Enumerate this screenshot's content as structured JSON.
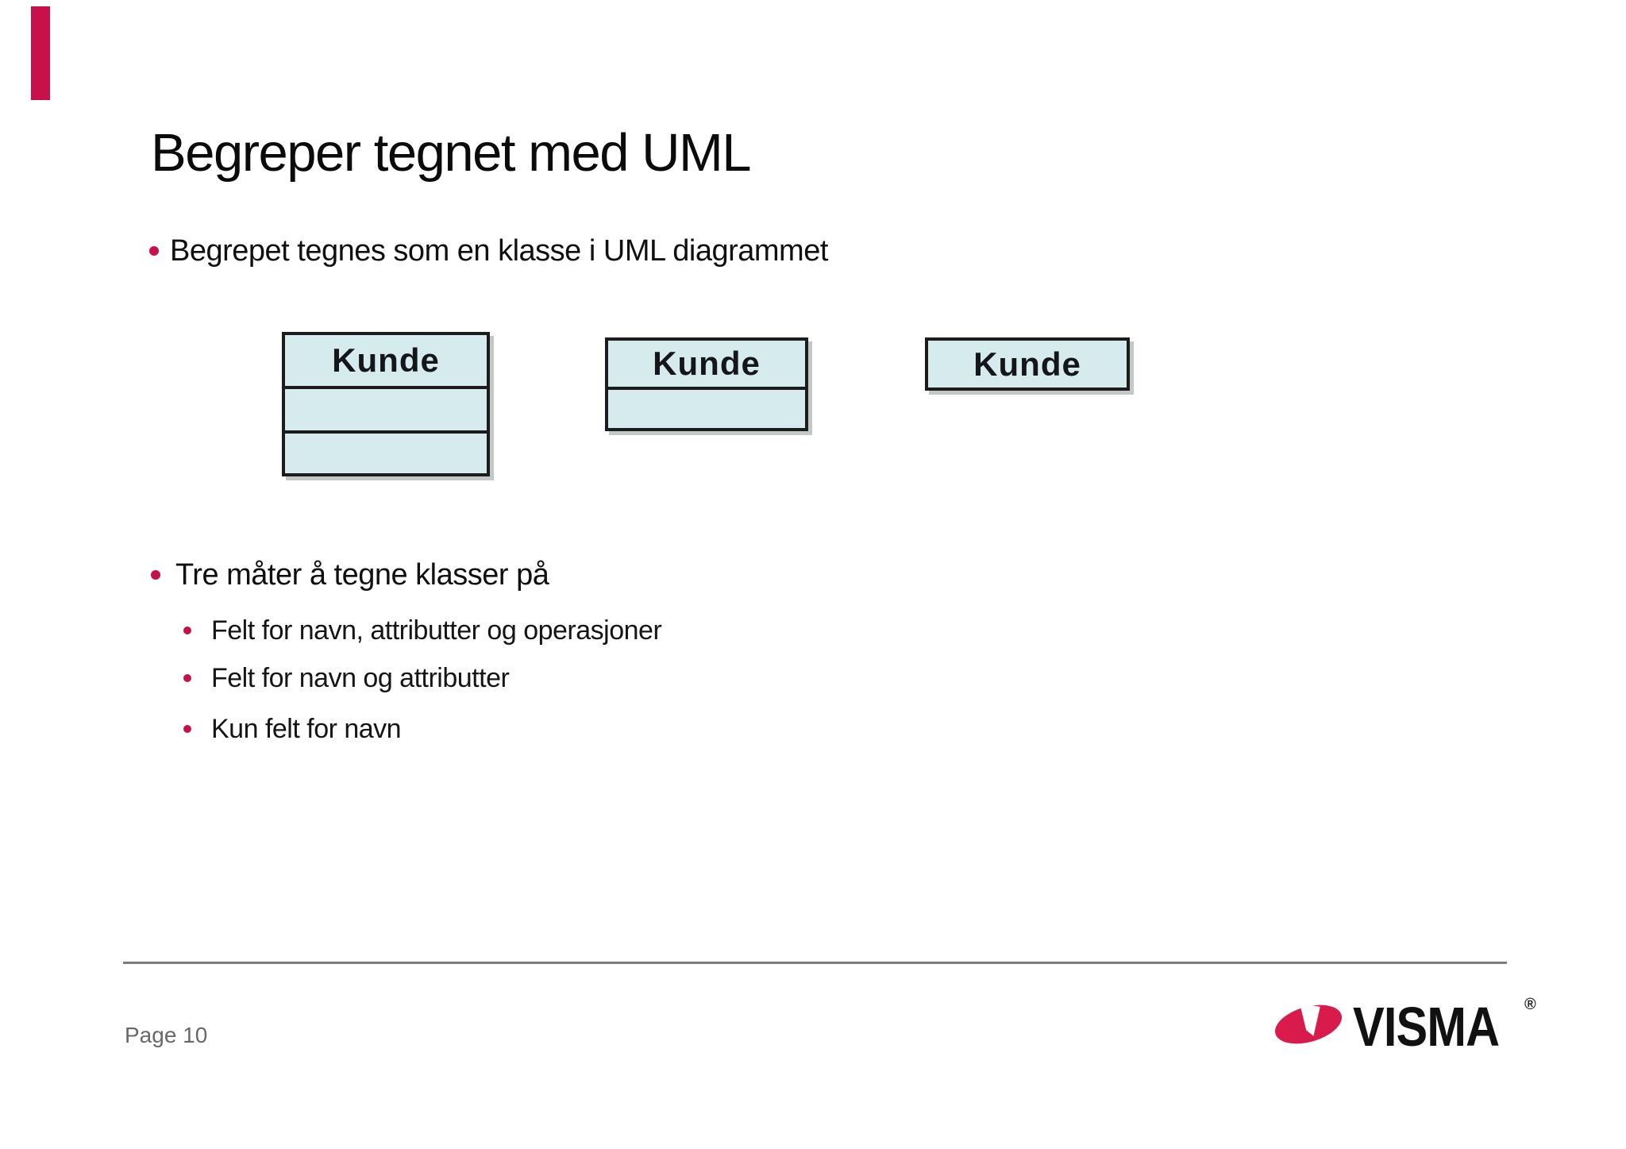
{
  "slide": {
    "title": "Begreper tegnet med UML",
    "bullet_1": "Begrepet tegnes som en klasse i UML diagrammet",
    "bullet_2": "Tre måter å tegne klasser på",
    "sub_bullet_1": "Felt for navn, attributter og operasjoner",
    "sub_bullet_2": "Felt for navn og attributter",
    "sub_bullet_3": "Kun felt for navn",
    "diagram": {
      "box_1": {
        "label": "Kunde",
        "compartments": 3
      },
      "box_2": {
        "label": "Kunde",
        "compartments": 2
      },
      "box_3": {
        "label": "Kunde",
        "compartments": 1
      }
    },
    "footer": {
      "page_label": "Page 10",
      "logo_text": "VISMA",
      "registered_symbol": "®"
    },
    "colors": {
      "accent_red": "#c8104a",
      "bullet_red": "#c8104a",
      "box_fill": "#d6ebee",
      "box_border": "#1c1c1c",
      "logo_pink": "#d91b4c",
      "footer_line_gray": "#7d7d7d",
      "page_text_gray": "#686868"
    }
  }
}
